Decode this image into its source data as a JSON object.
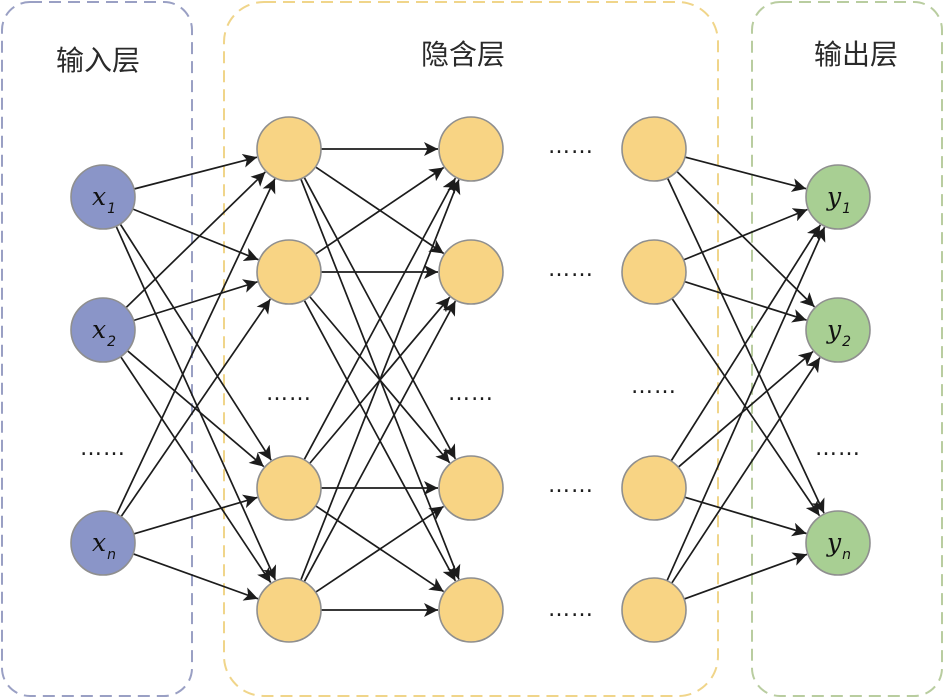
{
  "colors": {
    "input_panel": "#9aa0c4",
    "hidden_panel": "#f0d58a",
    "output_panel": "#b9cda0",
    "input_node": "#8a95c8",
    "hidden_node": "#f8d484",
    "output_node": "#a8cf93",
    "edge": "#1c1c1c"
  },
  "layers": {
    "input": {
      "title": "输入层"
    },
    "hidden": {
      "title": "隐含层"
    },
    "output": {
      "title": "输出层"
    }
  },
  "input_nodes": [
    {
      "var": "x",
      "sub": "1"
    },
    {
      "var": "x",
      "sub": "2"
    },
    {
      "var": "x",
      "sub": "n"
    }
  ],
  "output_nodes": [
    {
      "var": "y",
      "sub": "1"
    },
    {
      "var": "y",
      "sub": "2"
    },
    {
      "var": "y",
      "sub": "n"
    }
  ],
  "hidden_columns": 3,
  "hidden_nodes_per_column": 4,
  "ellipsis": "……"
}
